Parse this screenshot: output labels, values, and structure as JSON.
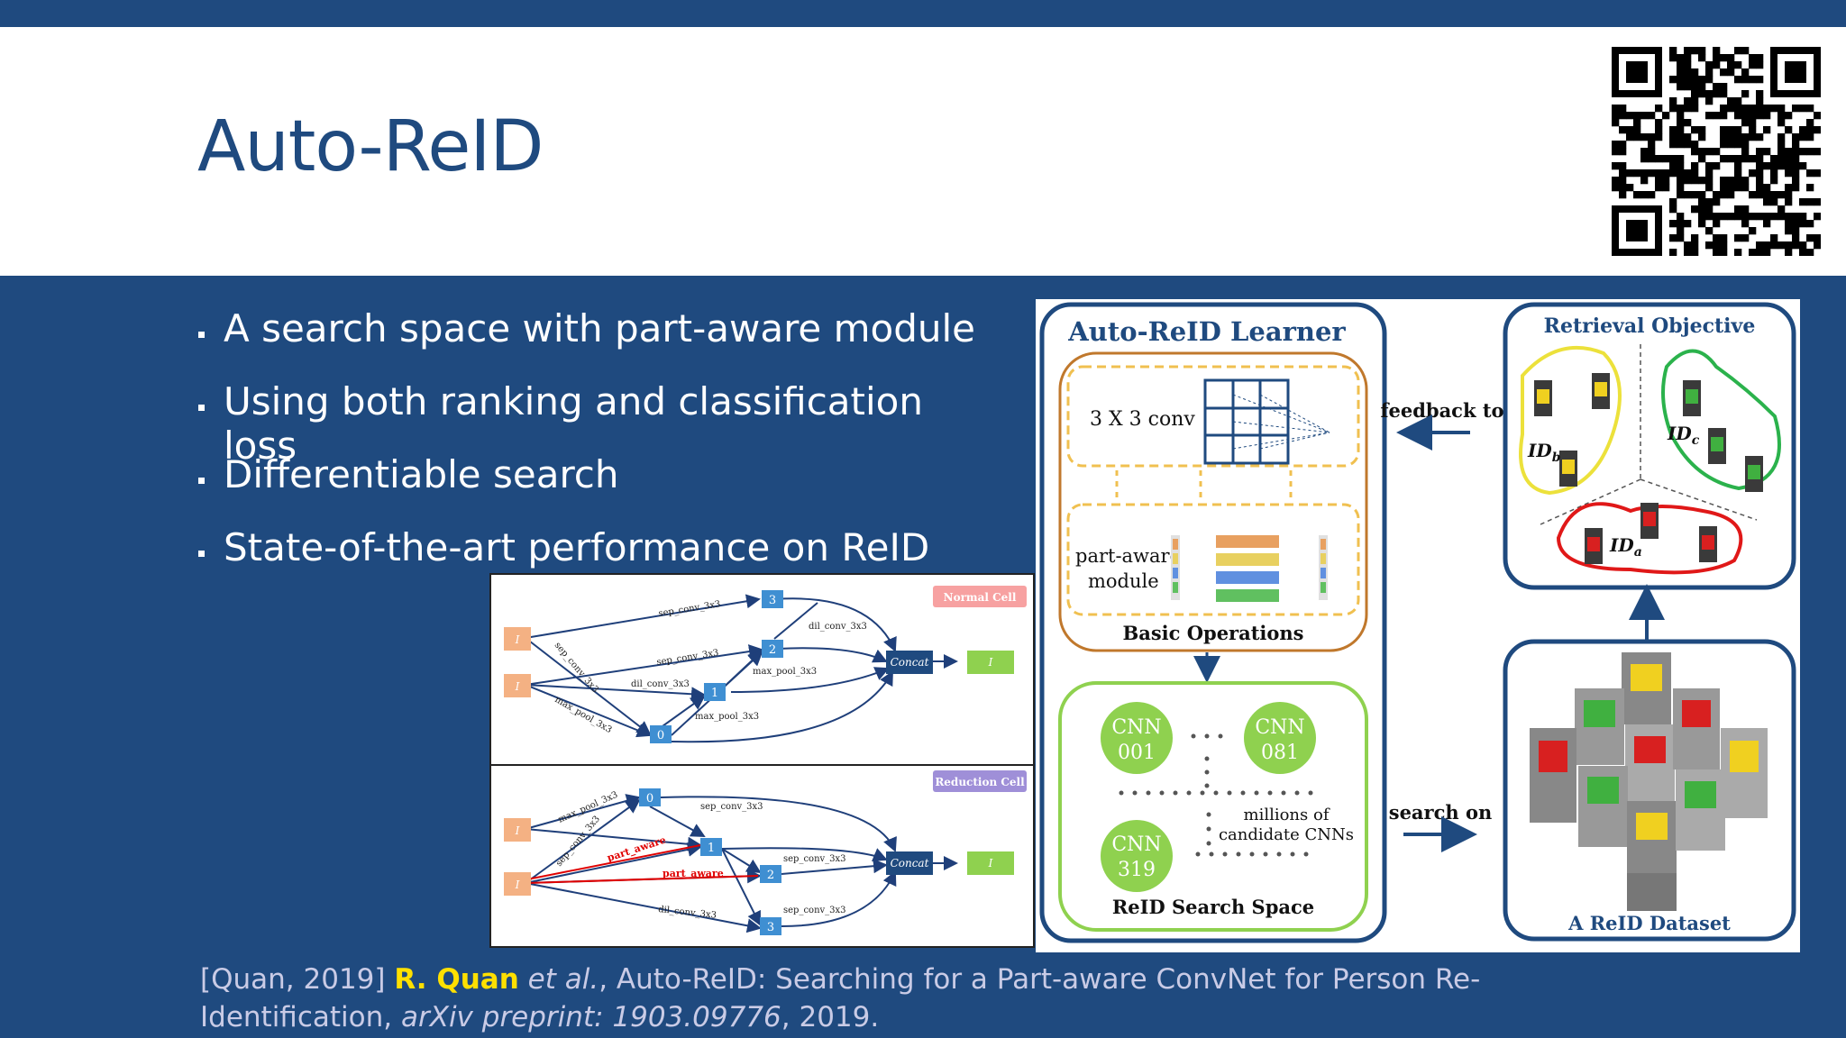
{
  "slide": {
    "title": "Auto-ReID",
    "bullets": [
      "A search space with part-aware module",
      "Using both ranking and classification loss",
      "Differentiable search",
      "State-of-the-art performance on ReID"
    ],
    "citation": {
      "prefix": "[Quan, 2019] ",
      "author": "R. Quan",
      "etal": " et al.",
      "title_text": ", Auto-ReID: Searching for a Part-aware ConvNet for Person Re-Identification, ",
      "venue": "arXiv preprint: 1903.09776",
      "year": ", 2019."
    }
  },
  "cell_figure": {
    "normal_label": "Normal Cell",
    "reduction_label": "Reduction Cell",
    "concat_label": "Concat",
    "ops": {
      "sep_conv": "sep_conv_3x3",
      "dil_conv": "dil_conv_3x3",
      "max_pool": "max_pool_3x3",
      "part_aware": "part_aware"
    },
    "nodes": [
      "0",
      "1",
      "2",
      "3"
    ],
    "colors": {
      "normal_badge": "#f7a1a1",
      "reduction_badge": "#9f8fd8",
      "input": "#f4b183",
      "output": "#8fd14f",
      "node": "#3f8fd2",
      "concat": "#1f4a7f",
      "part_aware": "#e00000"
    }
  },
  "arch_figure": {
    "learner_title": "Auto-ReID Learner",
    "conv_label": "3 X 3 conv",
    "part_aware_line1": "part-aware",
    "part_aware_line2": "module",
    "basic_ops": "Basic Operations",
    "cnn_nodes": [
      {
        "top": "CNN",
        "bottom": "001"
      },
      {
        "top": "CNN",
        "bottom": "081"
      },
      {
        "top": "CNN",
        "bottom": "319"
      }
    ],
    "millions_line1": "millions of",
    "millions_line2": "candidate CNNs",
    "search_space": "ReID Search Space",
    "feedback": "feedback to",
    "search_on": "search on",
    "retrieval_title": "Retrieval Objective",
    "id_b": "ID",
    "id_b_sub": "b",
    "id_c": "ID",
    "id_c_sub": "c",
    "id_a": "ID",
    "id_a_sub": "a",
    "dataset": "A ReID Dataset",
    "colors": {
      "frame": "#1f4a7f",
      "search_box": "#8fd14f",
      "ops_box": "#c0782c"
    }
  }
}
